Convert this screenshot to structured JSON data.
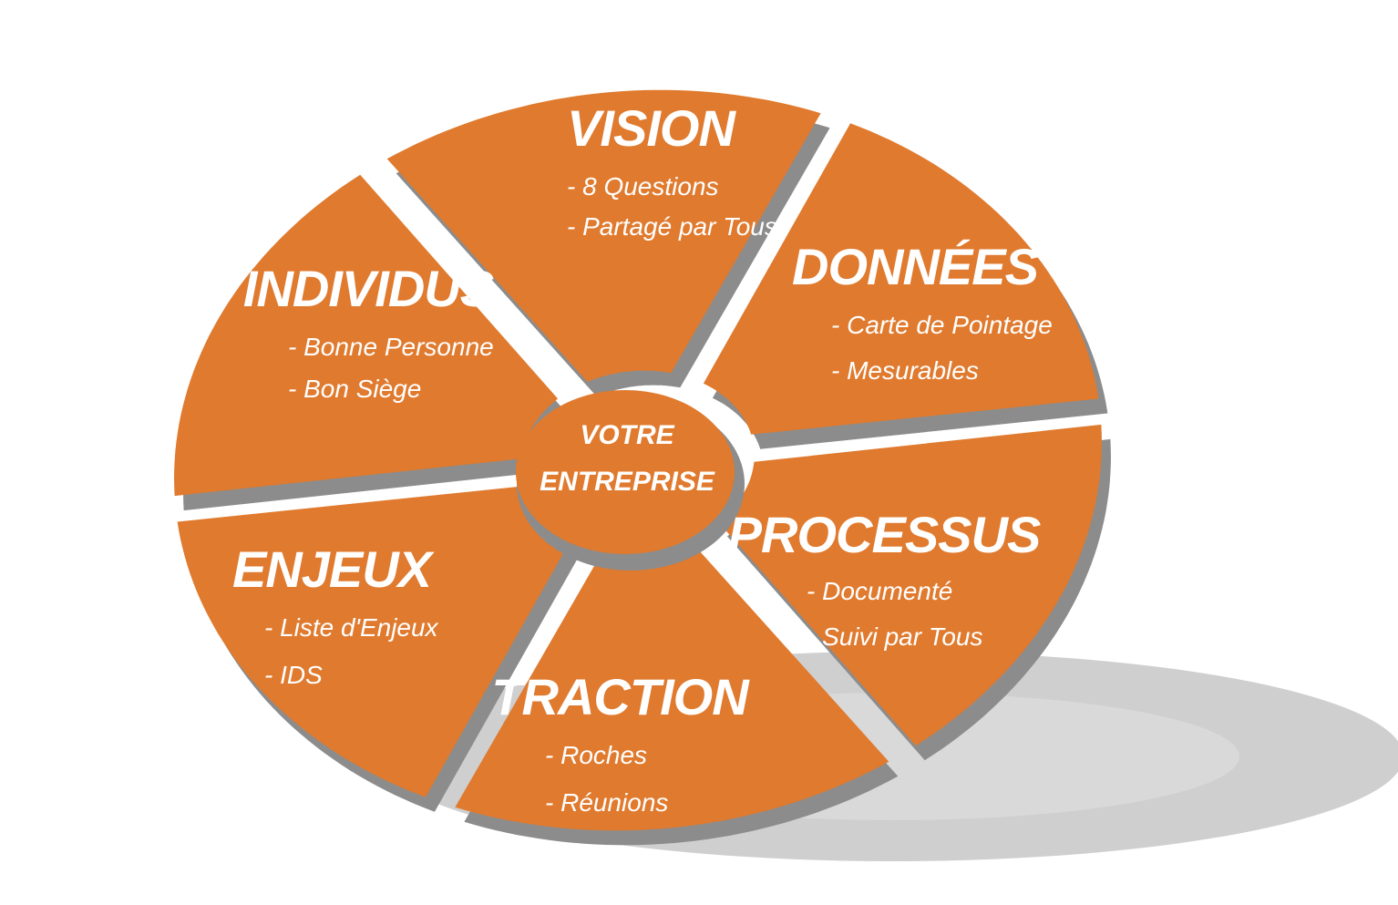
{
  "colors": {
    "segment": "#e07a2e",
    "edge": "#8c8c8c",
    "floor_shadow": "#cfcfcf",
    "background": "#ffffff",
    "text": "#ffffff"
  },
  "hub": {
    "line1": "VOTRE",
    "line2": "ENTREPRISE"
  },
  "segments": [
    {
      "id": "vision",
      "title": "VISION",
      "items": [
        "- 8 Questions",
        "- Partagé par Tous"
      ]
    },
    {
      "id": "donnees",
      "title": "DONNÉES",
      "items": [
        "- Carte de Pointage",
        "- Mesurables"
      ]
    },
    {
      "id": "processus",
      "title": "PROCESSUS",
      "items": [
        "- Documenté",
        "- Suivi par Tous"
      ]
    },
    {
      "id": "traction",
      "title": "TRACTION",
      "items": [
        "- Roches",
        "- Réunions"
      ]
    },
    {
      "id": "enjeux",
      "title": "ENJEUX",
      "items": [
        "- Liste d'Enjeux",
        "- IDS"
      ]
    },
    {
      "id": "individus",
      "title": "INDIVIDUS",
      "items": [
        "- Bonne Personne",
        "- Bon Siège"
      ]
    }
  ]
}
